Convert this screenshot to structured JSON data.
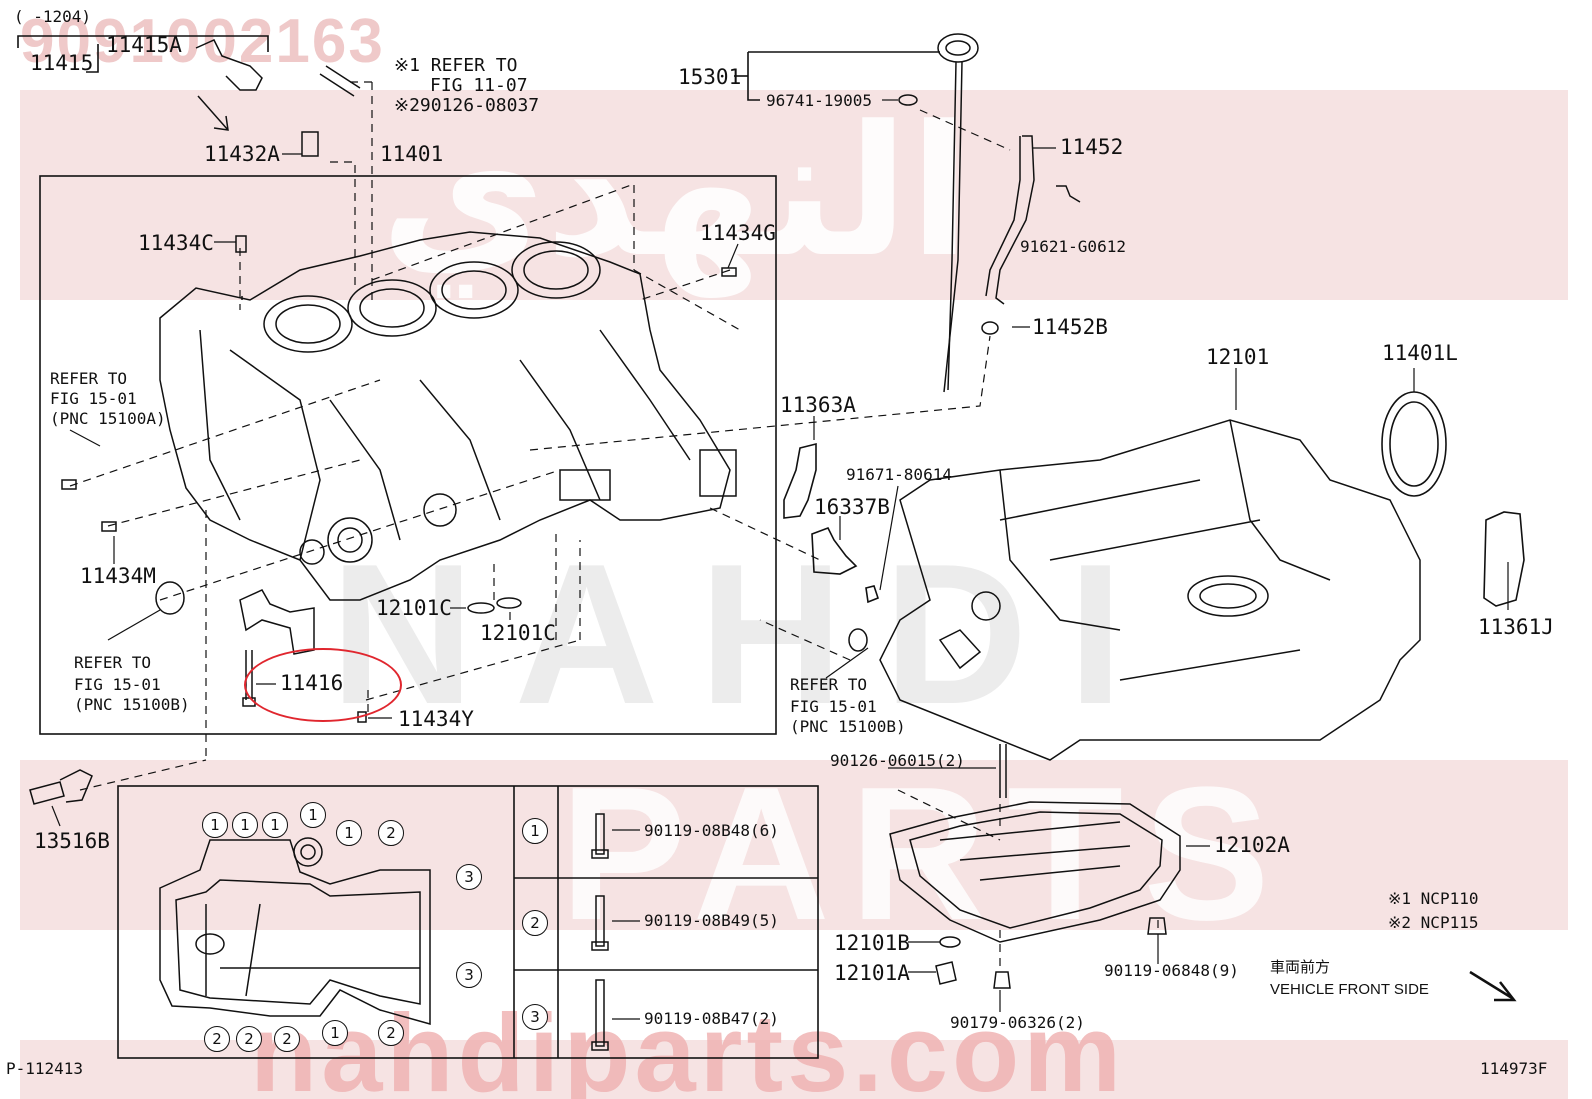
{
  "diagram": {
    "page_code": "P-112413",
    "figure_code": "114973F",
    "date_range": "(    -1204)",
    "notes": {
      "note1": "※1 NCP110",
      "note2": "※2 NCP115"
    },
    "direction": {
      "jp": "車両前方",
      "en": "VEHICLE FRONT SIDE"
    },
    "refers": {
      "fig1107_line1": "※1 REFER TO",
      "fig1107_line2": "FIG 11-07",
      "fig1107_line3": "※290126-08037",
      "left_a": [
        "REFER TO",
        "FIG 15-01",
        "(PNC 15100A)"
      ],
      "left_b": [
        "REFER TO",
        "FIG 15-01",
        "(PNC 15100B)"
      ],
      "right_b": [
        "REFER TO",
        "FIG 15-01",
        "(PNC 15100B)"
      ]
    },
    "parts": {
      "p11415": "11415",
      "p11415A": "11415A",
      "p11432A": "11432A",
      "p11401": "11401",
      "p11434C": "11434C",
      "p11434G": "11434G",
      "p11434M": "11434M",
      "p11416": "11416",
      "p11434Y": "11434Y",
      "p12101C_a": "12101C",
      "p12101C_b": "12101C",
      "p15301": "15301",
      "p96741": "96741-19005",
      "p11452": "11452",
      "p91621": "91621-G0612",
      "p11452B": "11452B",
      "p12101": "12101",
      "p11401L": "11401L",
      "p11363A": "11363A",
      "p91671": "91671-80614",
      "p16337B": "16337B",
      "p11361J": "11361J",
      "p13516B": "13516B",
      "p90126": "90126-06015(2)",
      "p12102A": "12102A",
      "p12101B": "12101B",
      "p12101A": "12101A",
      "p90119_06848": "90119-06848(9)",
      "p90179": "90179-06326(2)"
    },
    "bolt_table": [
      {
        "key": "1",
        "part": "90119-08B48(6)"
      },
      {
        "key": "2",
        "part": "90119-08B49(5)"
      },
      {
        "key": "3",
        "part": "90119-08B47(2)"
      }
    ],
    "inset_markers": [
      "1",
      "1",
      "1",
      "1",
      "1",
      "2",
      "3",
      "3",
      "2",
      "2",
      "2",
      "1",
      "2"
    ],
    "watermark": {
      "top": "9091002163",
      "arabic": "النهدي",
      "mid": "NAHDI",
      "parts": "PARTS",
      "site": "nahdiparts.com"
    },
    "colors": {
      "watermark_band": "#f6e3e3",
      "watermark_text": "#e8b7b7",
      "highlight": "#e0262e",
      "ink": "#111111"
    }
  }
}
